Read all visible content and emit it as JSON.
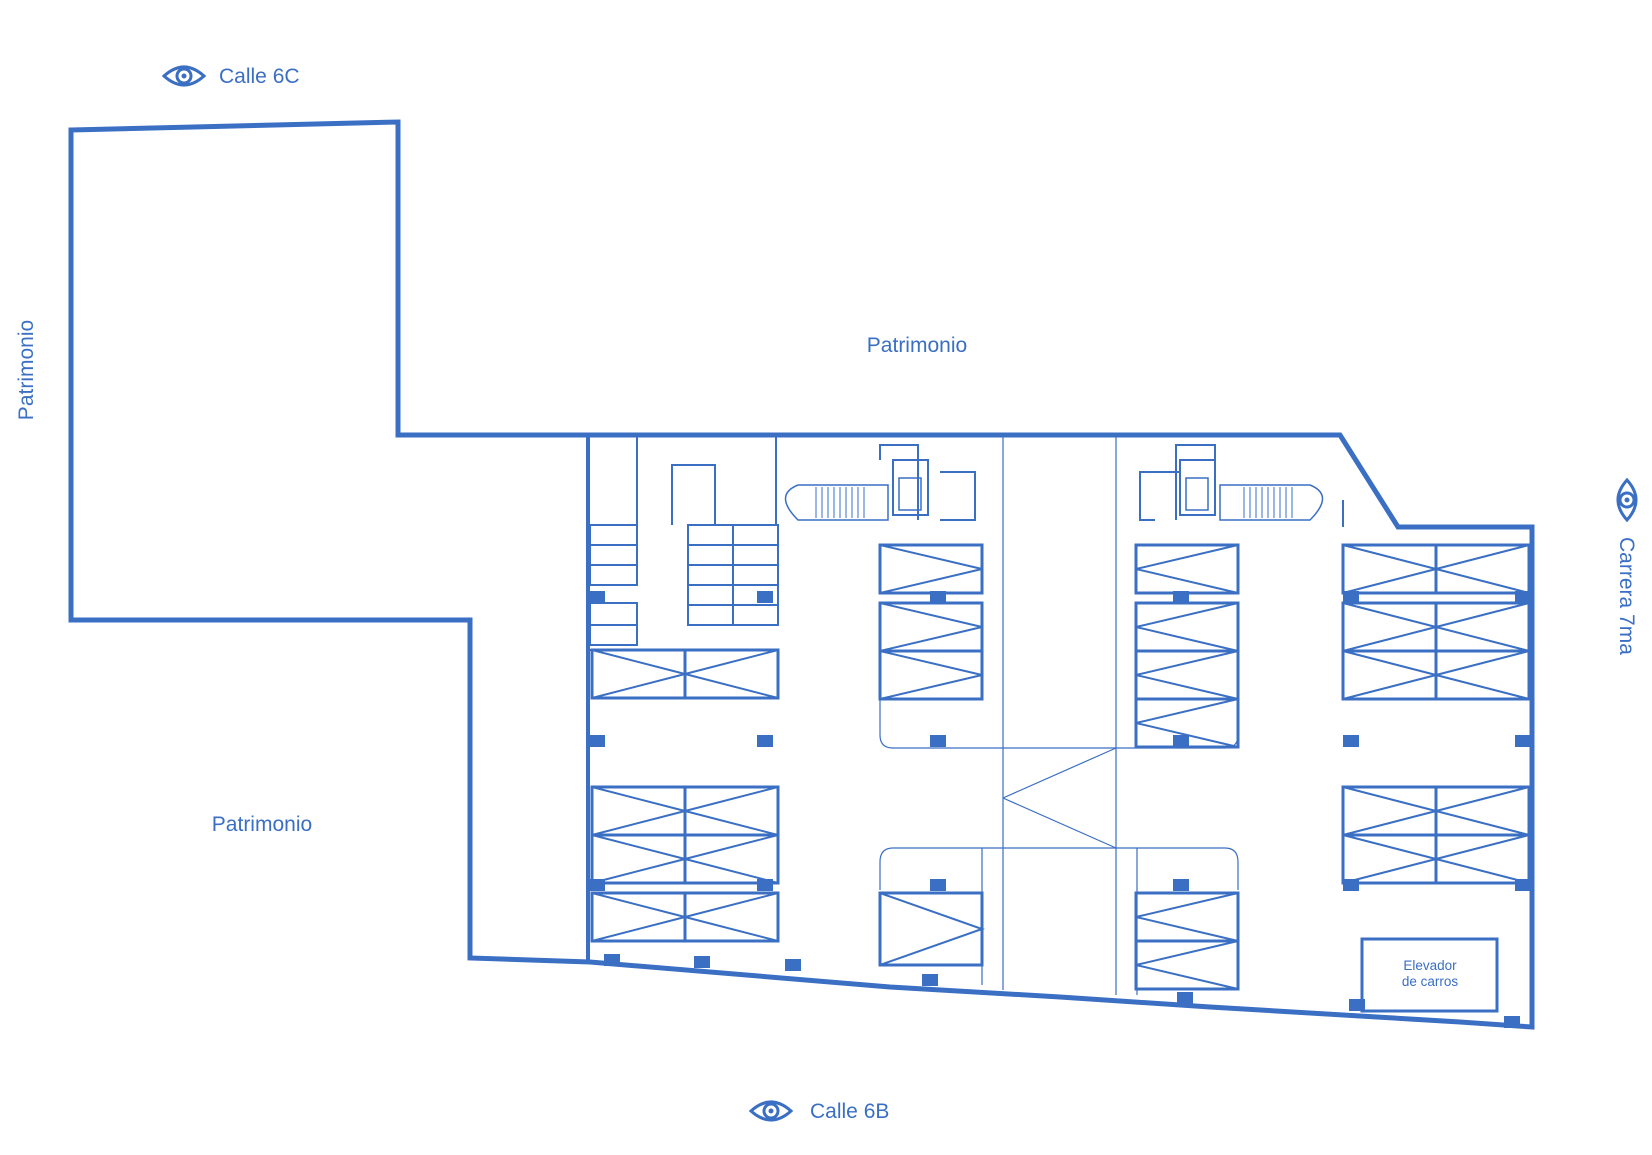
{
  "colors": {
    "ink": "#3a6fc4",
    "background": "#ffffff"
  },
  "icons": {
    "view": "eye-icon"
  },
  "streets": {
    "north": "Calle 6C",
    "south": "Calle 6B",
    "east": "Carrera 7ma"
  },
  "neighbors": {
    "north": "Patrimonio",
    "west_lot": "Patrimonio",
    "west_edge": "Patrimonio"
  },
  "labels": {
    "car_elevator_line1": "Elevador",
    "car_elevator_line2": "de carros"
  }
}
